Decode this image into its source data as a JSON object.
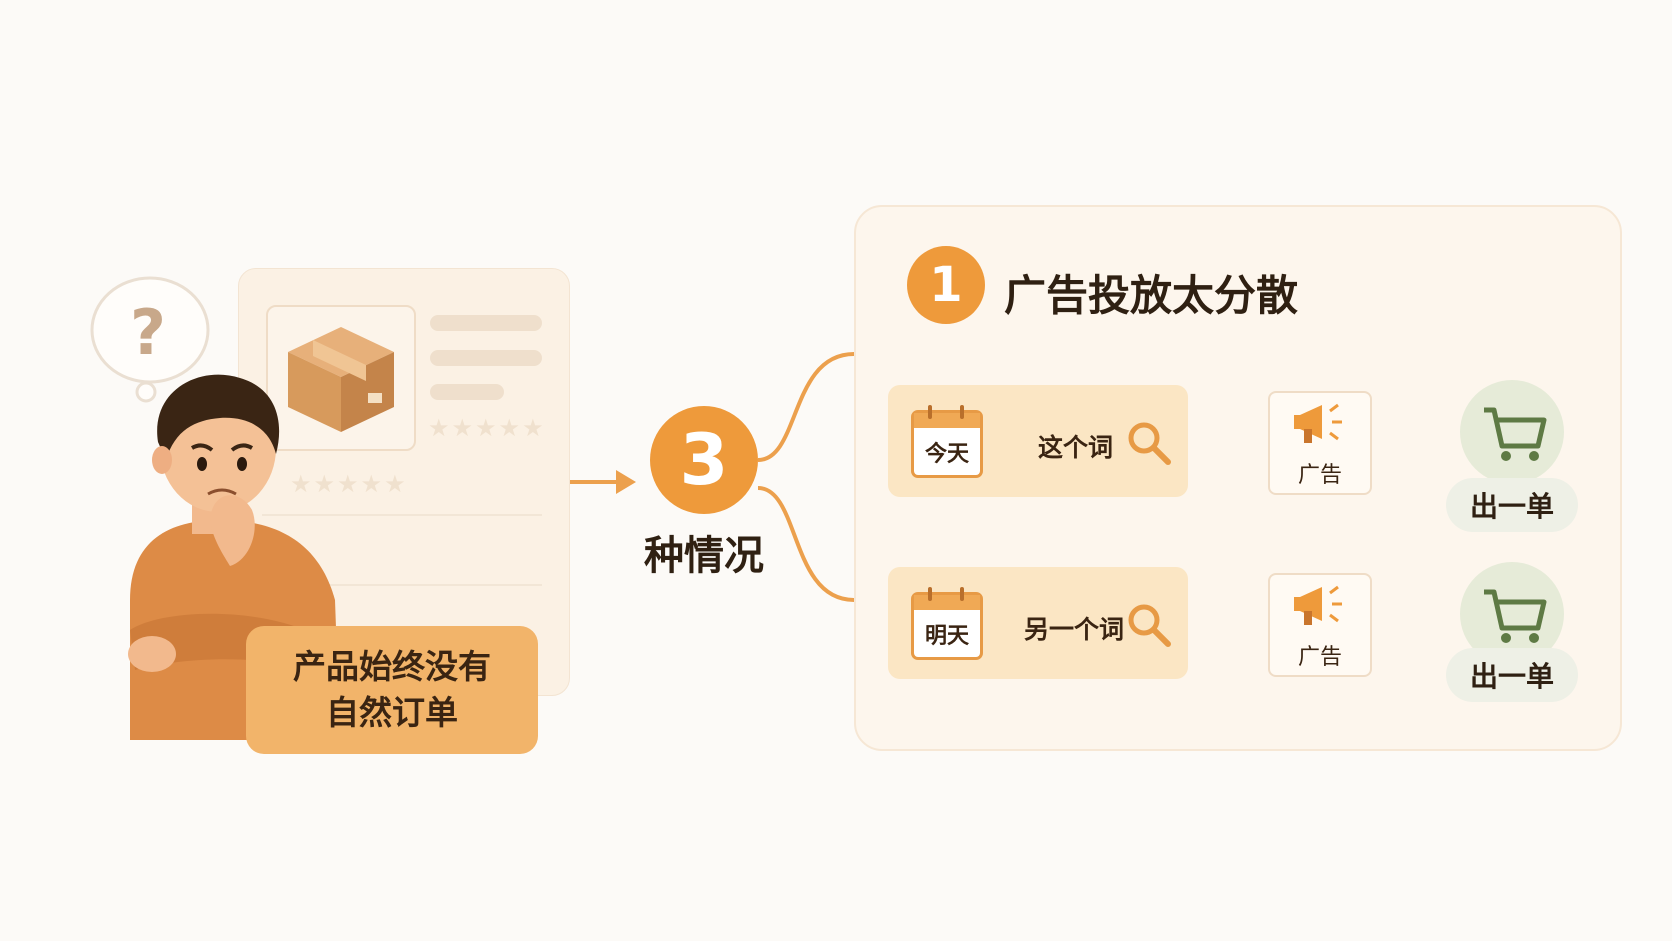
{
  "issue": {
    "line1": "产品始终没有",
    "line2": "自然订单"
  },
  "thought": {
    "symbol": "?"
  },
  "summary": {
    "count": "3",
    "label": "种情况"
  },
  "case": {
    "number": "1",
    "title": "广告投放太分散",
    "rows": [
      {
        "day": "今天",
        "keyword": "这个词",
        "ad": "广告",
        "result": "出一单"
      },
      {
        "day": "明天",
        "keyword": "另一个词",
        "ad": "广告",
        "result": "出一单"
      }
    ]
  },
  "colors": {
    "accent": "#ee9a3b",
    "issue_box": "#f2b46a",
    "row_bg": "#fbe6c4",
    "cart_green": "#5e7a44",
    "text_dark": "#2f2012"
  },
  "icons": [
    "question-mark-icon",
    "package-box-icon",
    "star-icon",
    "calendar-icon",
    "search-icon",
    "megaphone-icon",
    "shopping-cart-icon",
    "arrow-right-icon"
  ]
}
